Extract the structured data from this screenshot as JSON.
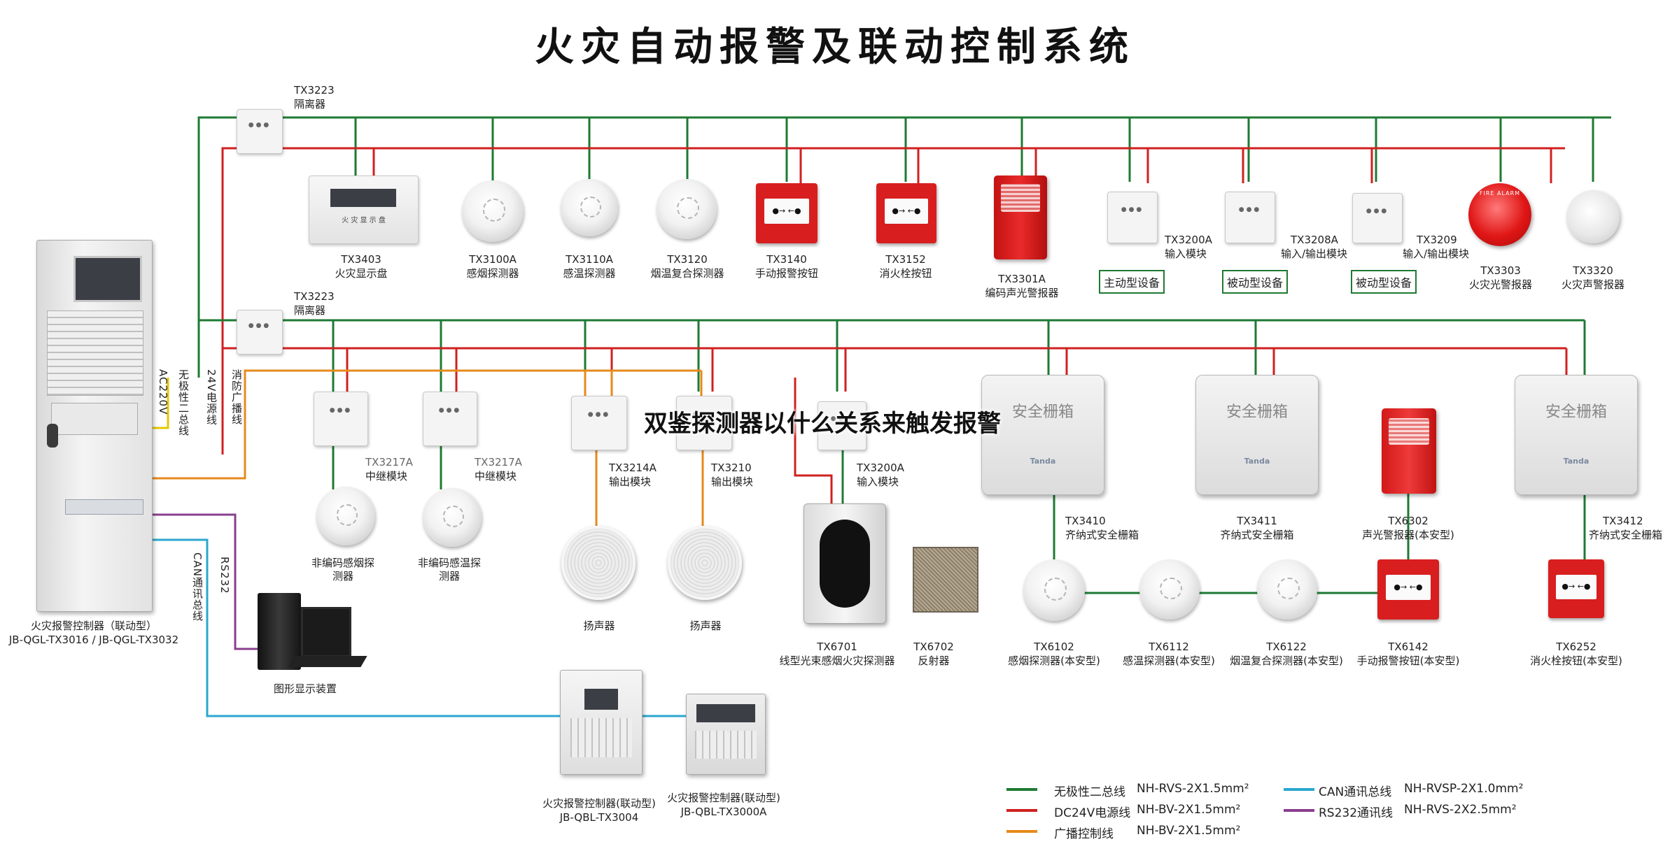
{
  "title": "火灾自动报警及联动控制系统",
  "overlay_caption": "双鉴探测器以什么关系来触发报警",
  "colors": {
    "bus": "#1e7a33",
    "power": "#d02020",
    "broadcast": "#e68a1c",
    "can": "#2ba7cf",
    "rs232": "#8a3f8e"
  },
  "isolators": [
    {
      "code": "TX3223",
      "name": "隔离器"
    },
    {
      "code": "TX3223",
      "name": "隔离器"
    }
  ],
  "top_row": [
    {
      "code": "TX3403",
      "name": "火灾显示盘",
      "icon": "display-panel"
    },
    {
      "code": "TX3100A",
      "name": "感烟探测器",
      "icon": "smoke-detector"
    },
    {
      "code": "TX3110A",
      "name": "感温探测器",
      "icon": "heat-detector"
    },
    {
      "code": "TX3120",
      "name": "烟温复合探测器",
      "icon": "combo-detector"
    },
    {
      "code": "TX3140",
      "name": "手动报警按钮",
      "icon": "manual-call-point"
    },
    {
      "code": "TX3152",
      "name": "消火栓按钮",
      "icon": "hydrant-button"
    },
    {
      "code": "TX3301A",
      "name": "编码声光警报器",
      "icon": "strobe-siren"
    },
    {
      "code": "TX3200A",
      "name": "输入模块",
      "icon": "input-module"
    },
    {
      "code": "TX3208A",
      "name": "输入/输出模块",
      "icon": "io-module"
    },
    {
      "code": "TX3209",
      "name": "输入/输出模块",
      "icon": "io-module"
    },
    {
      "code": "TX3303",
      "name": "火灾光警报器",
      "icon": "light-alarm"
    },
    {
      "code": "TX3320",
      "name": "火灾声警报器",
      "icon": "sound-alarm"
    }
  ],
  "equipment_tags": [
    "主动型设备",
    "被动型设备",
    "被动型设备"
  ],
  "display_panel_text": "火 灾 显 示 盘",
  "alarm_bell_text": "FIRE ALARM",
  "panel_line_labels": [
    "AC220V",
    "无极性二总线",
    "24V电源线",
    "消防广播线"
  ],
  "mid_row": [
    {
      "code": "TX3217A",
      "name": "中继模块"
    },
    {
      "code": "TX3217A",
      "name": "中继模块"
    },
    {
      "code": "TX3214A",
      "name": "输出模块"
    },
    {
      "code": "TX3210",
      "name": "输出模块"
    },
    {
      "code": "TX3200A",
      "name": "输入模块"
    }
  ],
  "non_coded": [
    {
      "name": "非编码感烟探测器"
    },
    {
      "name": "非编码感温探测器"
    }
  ],
  "speakers": [
    {
      "name": "扬声器"
    },
    {
      "name": "扬声器"
    }
  ],
  "beam": [
    {
      "code": "TX6701",
      "name": "线型光束感烟火灾探测器"
    },
    {
      "code": "TX6702",
      "name": "反射器"
    }
  ],
  "barriers": [
    {
      "title": "安全栅箱",
      "brand": "Tanda",
      "code": "TX3410",
      "name": "齐纳式安全栅箱"
    },
    {
      "title": "安全栅箱",
      "brand": "Tanda",
      "code": "TX3411",
      "name": "齐纳式安全栅箱"
    },
    {
      "title": "安全栅箱",
      "brand": "Tanda",
      "code": "TX3412",
      "name": "齐纳式安全栅箱"
    }
  ],
  "tx6302": {
    "code": "TX6302",
    "name": "声光警报器(本安型)"
  },
  "ex_row": [
    {
      "code": "TX6102",
      "name": "感烟探测器(本安型)"
    },
    {
      "code": "TX6112",
      "name": "感温探测器(本安型)"
    },
    {
      "code": "TX6122",
      "name": "烟温复合探测器(本安型)"
    },
    {
      "code": "TX6142",
      "name": "手动报警按钮(本安型)"
    },
    {
      "code": "TX6252",
      "name": "消火栓按钮(本安型)"
    }
  ],
  "main_panel": {
    "name": "火灾报警控制器（联动型）",
    "model": "JB-QGL-TX3016 / JB-QGL-TX3032"
  },
  "side_labels": {
    "rs232": "RS232",
    "can": "CAN通讯总线"
  },
  "graphic_display": {
    "name": "图形显示装置"
  },
  "sub_panels": [
    {
      "name": "火灾报警控制器(联动型)",
      "model": "JB-QBL-TX3004"
    },
    {
      "name": "火灾报警控制器(联动型)",
      "model": "JB-QBL-TX3000A"
    }
  ],
  "legend": [
    {
      "name": "无极性二总线",
      "spec": "NH-RVS-2X1.5mm²",
      "color": "#1e7a33"
    },
    {
      "name": "DC24V电源线",
      "spec": "NH-BV-2X1.5mm²",
      "color": "#d02020"
    },
    {
      "name": "广播控制线",
      "spec": "NH-BV-2X1.5mm²",
      "color": "#e68a1c"
    },
    {
      "name": "CAN通讯总线",
      "spec": "NH-RVSP-2X1.0mm²",
      "color": "#2ba7cf"
    },
    {
      "name": "RS232通讯线",
      "spec": "NH-RVS-2X2.5mm²",
      "color": "#8a3f8e"
    }
  ]
}
